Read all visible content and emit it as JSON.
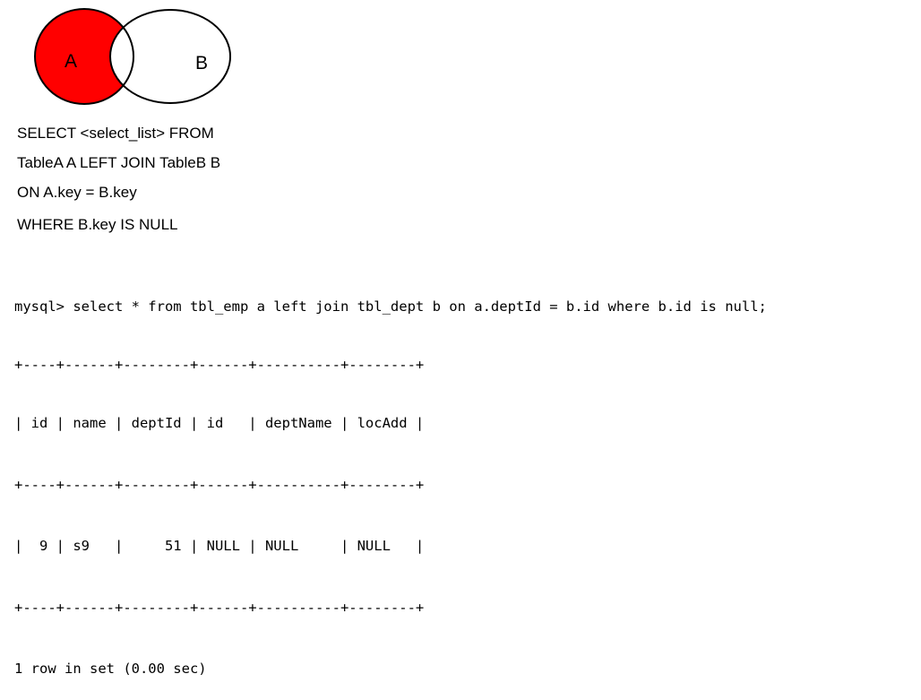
{
  "venn": {
    "circle_a_label": "A",
    "circle_b_label": "B",
    "highlight_color": "#ff0000",
    "stroke_color": "#000000"
  },
  "sql": {
    "line1": "SELECT <select_list> FROM",
    "line2": "TableA A LEFT JOIN TableB B",
    "line3": "ON A.key = B.key",
    "line4": "WHERE B.key IS NULL"
  },
  "console": {
    "command": "mysql> select * from tbl_emp a left join tbl_dept b on a.deptId = b.id where b.id is null;",
    "border_top": "+----+------+--------+------+----------+--------+",
    "header": "| id | name | deptId | id   | deptName | locAdd |",
    "border_mid": "+----+------+--------+------+----------+--------+",
    "row1": "|  9 | s9   |     51 | NULL | NULL     | NULL   |",
    "border_bottom": "+----+------+--------+------+----------+--------+",
    "summary": "1 row in set (0.00 sec)"
  }
}
